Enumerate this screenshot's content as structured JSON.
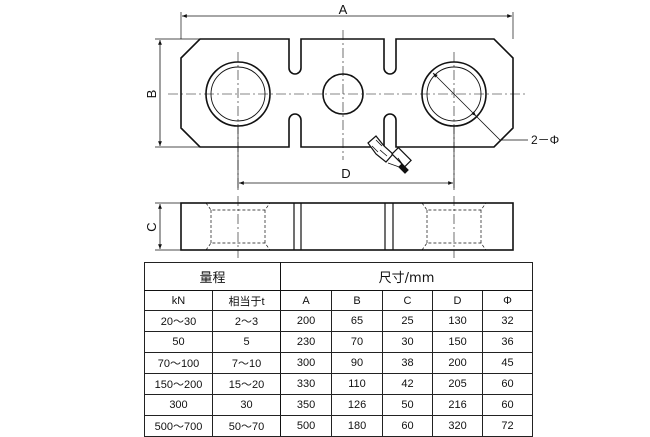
{
  "drawing": {
    "dim_labels": {
      "A": "A",
      "B": "B",
      "C": "C",
      "D": "D",
      "hole": "2－Φ"
    }
  },
  "table": {
    "group_headers": {
      "range": "量程",
      "size": "尺寸/mm"
    },
    "columns": [
      "kN",
      "相当于t",
      "A",
      "B",
      "C",
      "D",
      "Φ"
    ],
    "rows": [
      [
        "20～30",
        "2～3",
        "200",
        "65",
        "25",
        "130",
        "32"
      ],
      [
        "50",
        "5",
        "230",
        "70",
        "30",
        "150",
        "36"
      ],
      [
        "70～100",
        "7～10",
        "300",
        "90",
        "38",
        "200",
        "45"
      ],
      [
        "150～200",
        "15～20",
        "330",
        "110",
        "42",
        "205",
        "60"
      ],
      [
        "300",
        "30",
        "350",
        "126",
        "50",
        "216",
        "60"
      ],
      [
        "500～700",
        "50～70",
        "500",
        "180",
        "60",
        "320",
        "72"
      ]
    ]
  }
}
